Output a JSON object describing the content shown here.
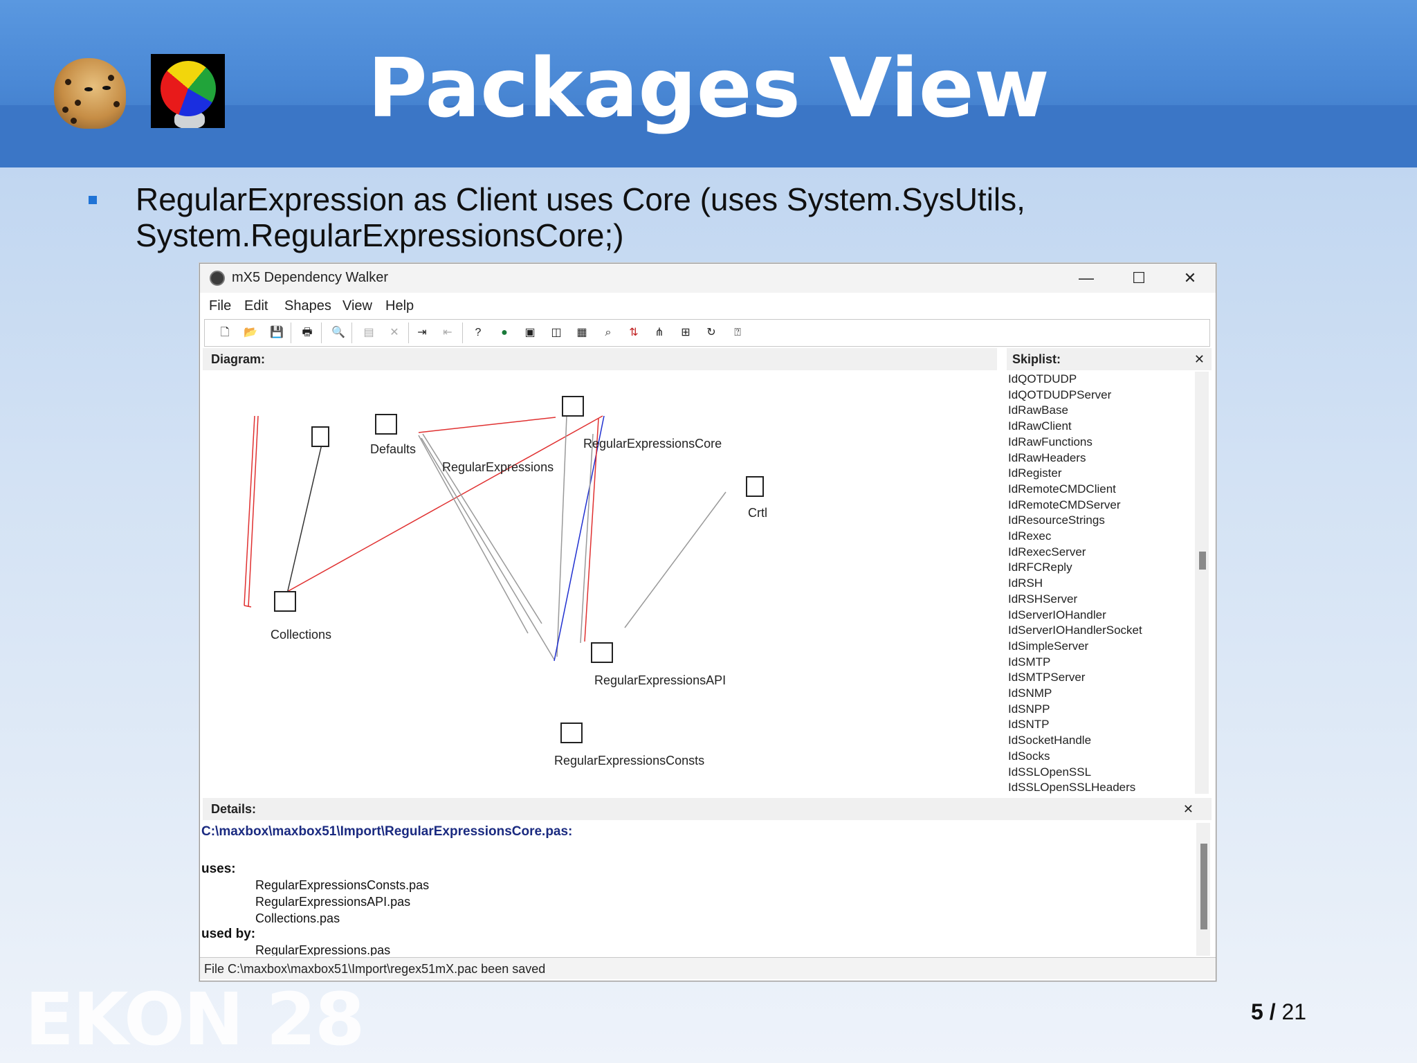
{
  "slide": {
    "title": "Packages View",
    "bullet": "RegularExpression as Client uses Core (uses System.SysUtils, System.RegularExpressionsCore;)",
    "footer_logo": "EKON 28",
    "page_current": "5",
    "page_sep": "/",
    "page_total": "21"
  },
  "window": {
    "title": "mX5 Dependency Walker",
    "controls": {
      "minimize": "—",
      "maximize": "☐",
      "close": "✕"
    },
    "menu": [
      "File",
      "Edit",
      "Shapes",
      "View",
      "Help"
    ],
    "toolbar_icons": [
      "new-icon",
      "open-icon",
      "save-icon",
      "print-icon",
      "zoom-icon",
      "preview-icon",
      "delete-icon",
      "export-icon",
      "import-icon",
      "help-icon",
      "globe-icon",
      "package-icon",
      "inspect-icon",
      "properties-icon",
      "find-icon",
      "sort-icon",
      "tree-icon",
      "layout-icon",
      "refresh-icon",
      "about-icon"
    ]
  },
  "diagram": {
    "label": "Diagram:",
    "nodes": {
      "regex": "RegularExpressions",
      "defaults": "Defaults",
      "core": "RegularExpressionsCore",
      "crtl": "Crtl",
      "collections": "Collections",
      "api": "RegularExpressionsAPI",
      "consts": "RegularExpressionsConsts"
    }
  },
  "skiplist": {
    "label": "Skiplist:",
    "close": "✕",
    "items": [
      "IdQOTDUDP",
      "IdQOTDUDPServer",
      "IdRawBase",
      "IdRawClient",
      "IdRawFunctions",
      "IdRawHeaders",
      "IdRegister",
      "IdRemoteCMDClient",
      "IdRemoteCMDServer",
      "IdResourceStrings",
      "IdRexec",
      "IdRexecServer",
      "IdRFCReply",
      "IdRSH",
      "IdRSHServer",
      "IdServerIOHandler",
      "IdServerIOHandlerSocket",
      "IdSimpleServer",
      "IdSMTP",
      "IdSMTPServer",
      "IdSNMP",
      "IdSNPP",
      "IdSNTP",
      "IdSocketHandle",
      "IdSocks",
      "IdSSLOpenSSL",
      "IdSSLOpenSSLHeaders"
    ]
  },
  "details": {
    "label": "Details:",
    "close": "✕",
    "path": "C:\\maxbox\\maxbox51\\Import\\RegularExpressionsCore.pas:",
    "uses_label": "uses:",
    "uses": [
      "RegularExpressionsConsts.pas",
      "RegularExpressionsAPI.pas",
      "Collections.pas"
    ],
    "used_by_label": "used by:",
    "used_by": [
      "RegularExpressions.pas"
    ]
  },
  "status": "File C:\\maxbox\\maxbox51\\Import\\regex51mX.pac been saved",
  "colors": {
    "accent_blue": "#4a88d5",
    "edge_red": "#e03030",
    "edge_blue": "#2030d0",
    "path_blue": "#1a2a80"
  }
}
